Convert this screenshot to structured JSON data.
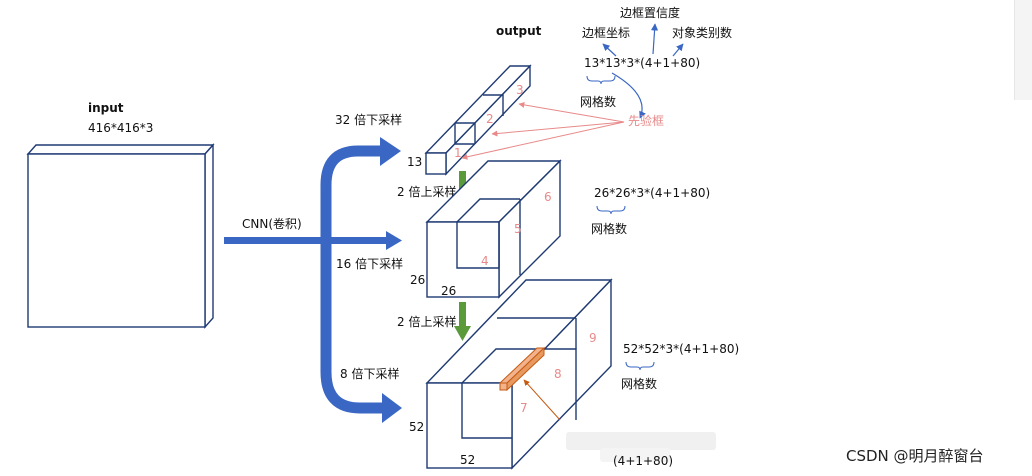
{
  "input": {
    "title": "input",
    "size": "416*416*3"
  },
  "cnn_label": "CNN(卷积)",
  "output_title": "output",
  "top_labels": {
    "confidence": "边框置信度",
    "box_coords": "边框坐标",
    "class_count": "对象类别数"
  },
  "scales": [
    {
      "id": "s13",
      "downsample": "32 倍下采样",
      "side": "13",
      "formula": "13*13*3*(4+1+80)",
      "grid_label": "网格数",
      "anchors": [
        "1",
        "2",
        "3"
      ]
    },
    {
      "id": "s26",
      "upsample": "2 倍上采样",
      "downsample": "16 倍下采样",
      "side_left": "26",
      "side_bottom": "26",
      "formula": "26*26*3*(4+1+80)",
      "grid_label": "网格数",
      "anchors": [
        "4",
        "5",
        "6"
      ]
    },
    {
      "id": "s52",
      "upsample": "2 倍上采样",
      "downsample": "8 倍下采样",
      "side_left": "52",
      "side_bottom": "52",
      "formula": "52*52*3*(4+1+80)",
      "grid_label": "网格数",
      "anchors": [
        "7",
        "8",
        "9"
      ]
    }
  ],
  "anchor_label": "先验框",
  "bottom_overlay": {
    "line1": "(4+1+80)"
  },
  "watermark": "CSDN @明月醉窗台",
  "colors": {
    "frame": "#1f3a73",
    "arrow_blue": "#3a67c4",
    "arrow_green": "#5a9a3a",
    "pink": "#e88a8a",
    "highlight_fill": "#f2b28c",
    "highlight_stroke": "#c55a11"
  }
}
